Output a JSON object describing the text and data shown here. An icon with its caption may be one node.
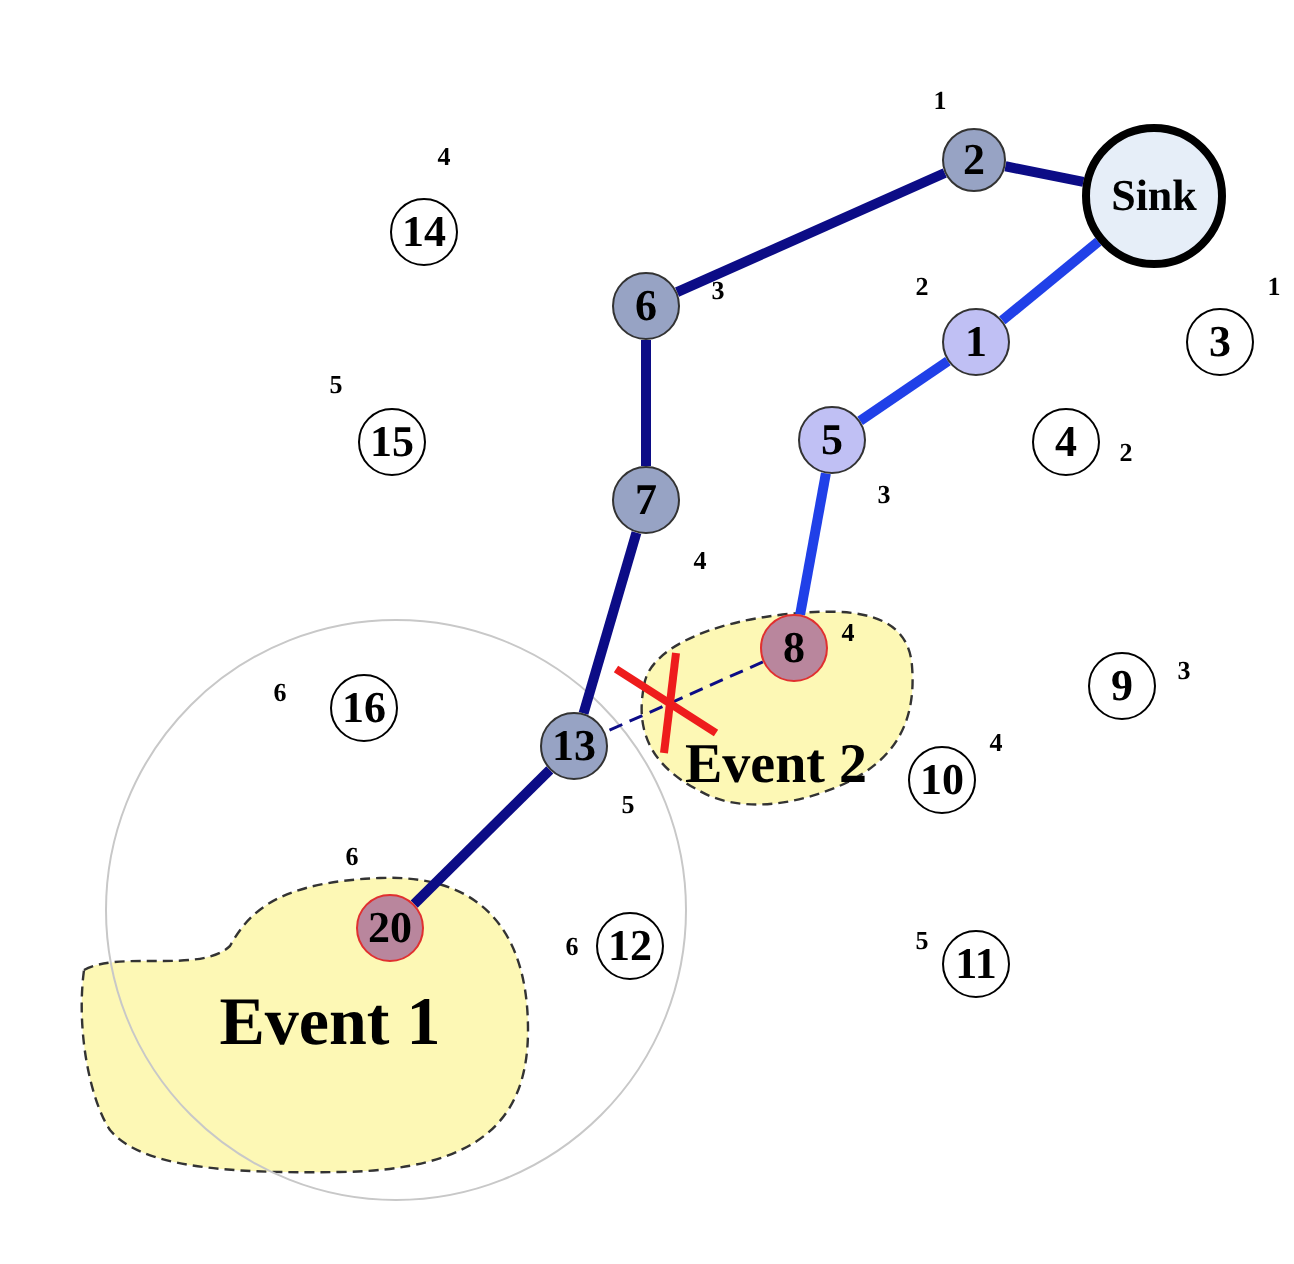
{
  "diagram": {
    "nodes": [
      {
        "text": [
          "2"
        ],
        "beside": [
          "1"
        ]
      },
      {
        "text": [
          "Sink"
        ]
      },
      {
        "text": [
          "14"
        ],
        "beside": [
          "4"
        ]
      },
      {
        "text": [
          "6"
        ],
        "beside": [
          "3"
        ]
      },
      {
        "text": [
          "1"
        ],
        "beside": [
          "2"
        ]
      },
      {
        "text": [
          "3"
        ],
        "beside": [
          "1"
        ]
      },
      {
        "text": [
          "15"
        ],
        "beside": [
          "5"
        ]
      },
      {
        "text": [
          "5"
        ],
        "beside": [
          "3"
        ]
      },
      {
        "text": [
          "4"
        ],
        "beside": [
          "2"
        ]
      },
      {
        "text": [
          "7"
        ],
        "beside": [
          "4"
        ]
      },
      {
        "text": [
          "Event 2"
        ]
      },
      {
        "text": [
          "8"
        ],
        "beside": [
          "4"
        ],
        "in": 10
      },
      {
        "text": [
          "9"
        ],
        "beside": [
          "3"
        ]
      },
      {
        "text": [
          "16"
        ],
        "beside": [
          "6"
        ]
      },
      {
        "text": [
          "13"
        ],
        "beside": [
          "5"
        ]
      },
      {
        "text": [
          "10"
        ],
        "beside": [
          "4"
        ]
      },
      {
        "text": [
          "Event 1"
        ]
      },
      {
        "text": [
          "20"
        ],
        "beside": [
          "6"
        ],
        "in": 16
      },
      {
        "text": [
          "12"
        ],
        "beside": [
          "6"
        ]
      },
      {
        "text": [
          "11"
        ],
        "beside": [
          "5"
        ]
      }
    ],
    "edges": [
      {
        "from": 0,
        "to": 1,
        "arrow": "none"
      },
      {
        "from": 3,
        "to": 0,
        "arrow": "none"
      },
      {
        "from": 9,
        "to": 3,
        "arrow": "none"
      },
      {
        "from": 14,
        "to": 9,
        "arrow": "none"
      },
      {
        "from": 17,
        "to": 14,
        "arrow": "none"
      },
      {
        "from": 4,
        "to": 1,
        "arrow": "none",
        "color": "#2040e8"
      },
      {
        "from": 7,
        "to": 4,
        "arrow": "none",
        "color": "#2040e8"
      },
      {
        "from": 11,
        "to": 7,
        "arrow": "none",
        "color": "#2040e8"
      },
      {
        "from": 11,
        "to": 14,
        "arrow": "none",
        "style": "dashed"
      }
    ]
  }
}
